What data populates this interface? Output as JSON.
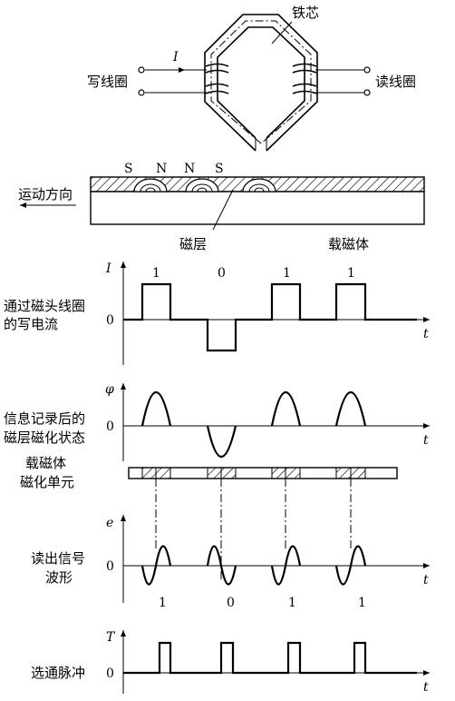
{
  "head": {
    "core_label": "铁芯",
    "current_symbol": "I",
    "write_coil_label": "写线圈",
    "read_coil_label": "读线圈"
  },
  "medium": {
    "poles": [
      "S",
      "N",
      "N",
      "S"
    ],
    "motion_label": "运动方向",
    "layer_label": "磁层",
    "carrier_label": "载磁体"
  },
  "panels": {
    "write_current": {
      "title_line1": "通过磁头线圈",
      "title_line2": "的写电流",
      "y_symbol": "I",
      "zero": "0",
      "t_symbol": "t",
      "bits": [
        "1",
        "0",
        "1",
        "1"
      ]
    },
    "magnetization": {
      "title_line1": "信息记录后的",
      "title_line2": "磁层磁化状态",
      "y_symbol": "φ",
      "zero": "0",
      "t_symbol": "t"
    },
    "cells": {
      "title_line1": "载磁体",
      "title_line2": "磁化单元"
    },
    "read_signal": {
      "title_line1": "读出信号",
      "title_line2": "波形",
      "y_symbol": "e",
      "zero": "0",
      "t_symbol": "t",
      "bits": [
        "1",
        "0",
        "1",
        "1"
      ]
    },
    "strobe": {
      "title": "选通脉冲",
      "y_symbol": "T",
      "zero": "0",
      "t_symbol": "t"
    }
  }
}
